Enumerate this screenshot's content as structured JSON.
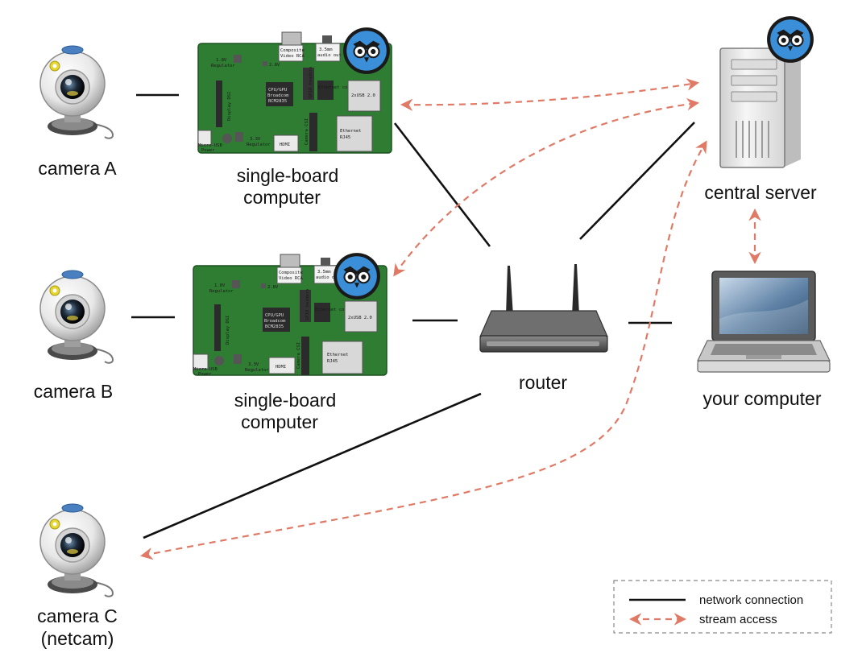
{
  "nodes": {
    "camera_a": {
      "label": "camera A"
    },
    "camera_b": {
      "label": "camera B"
    },
    "camera_c": {
      "label_line1": "camera C",
      "label_line2": "(netcam)"
    },
    "sbc_1": {
      "label_line1": "single-board",
      "label_line2": "computer"
    },
    "sbc_2": {
      "label_line1": "single-board",
      "label_line2": "computer"
    },
    "router": {
      "label": "router"
    },
    "central_server": {
      "label": "central server"
    },
    "your_computer": {
      "label": "your computer"
    }
  },
  "board": {
    "regulator_18": "1.8V",
    "regulator_word": "Regulator",
    "regulator_28": "2.8V",
    "regulator_33": "3.3V",
    "composite_1": "Composite",
    "composite_2": "Video RCA",
    "audio_1": "3.5mm",
    "audio_2": "audio out",
    "cpu_1": "CPU/GPU",
    "cpu_2": "Broadcom",
    "cpu_3": "BCM2835",
    "display": "Display DSI",
    "camera_csi": "Camera CSI",
    "ethernet_ctrl": "Ethernet controller",
    "usb": "2xUSB 2.0",
    "ethernet_1": "Ethernet",
    "ethernet_2": "RJ45",
    "hdmi": "HDMI",
    "power_1": "Micro-USB",
    "power_2": "Power",
    "gpio": "GPIO headers"
  },
  "legend": {
    "network_connection": "network connection",
    "stream_access": "stream access"
  },
  "colors": {
    "network_line": "#111111",
    "stream_arrow": "#e07a66",
    "board_green": "#2f7d32",
    "owl_blue": "#3a8fd8",
    "legend_border": "#888888"
  },
  "icons": {
    "camera": "webcam-icon",
    "board": "single-board-computer-icon",
    "owl": "owl-logo-icon",
    "router": "router-icon",
    "server": "server-tower-icon",
    "laptop": "laptop-icon"
  }
}
